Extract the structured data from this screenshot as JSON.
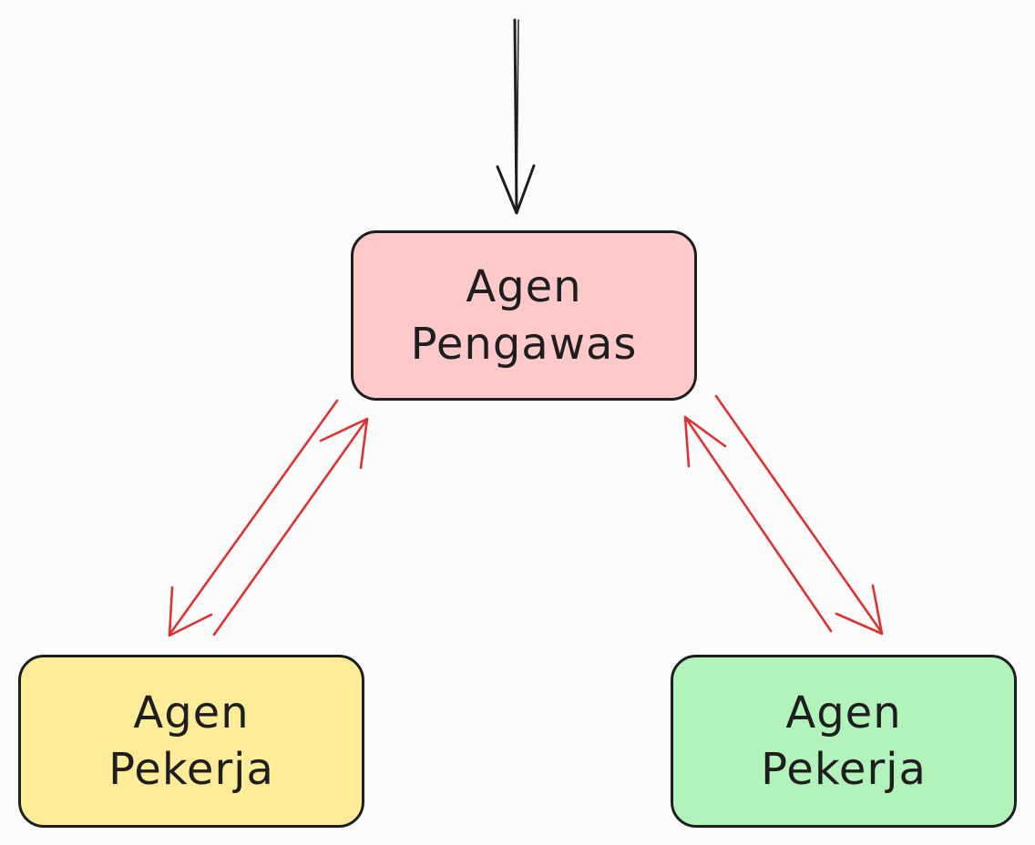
{
  "nodes": {
    "supervisor": {
      "line1": "Agen",
      "line2": "Pengawas",
      "fill": "#ffc9c9"
    },
    "worker_left": {
      "line1": "Agen",
      "line2": "Pekerja",
      "fill": "#ffec99"
    },
    "worker_right": {
      "line1": "Agen",
      "line2": "Pekerja",
      "fill": "#b2f2bb"
    }
  },
  "colors": {
    "stroke": "#1e1e1e",
    "edge": "#e03131",
    "input_arrow": "#1e1e1e"
  },
  "edges": [
    {
      "from": "input",
      "to": "supervisor"
    },
    {
      "from": "supervisor",
      "to": "worker_left"
    },
    {
      "from": "worker_left",
      "to": "supervisor"
    },
    {
      "from": "supervisor",
      "to": "worker_right"
    },
    {
      "from": "worker_right",
      "to": "supervisor"
    }
  ]
}
